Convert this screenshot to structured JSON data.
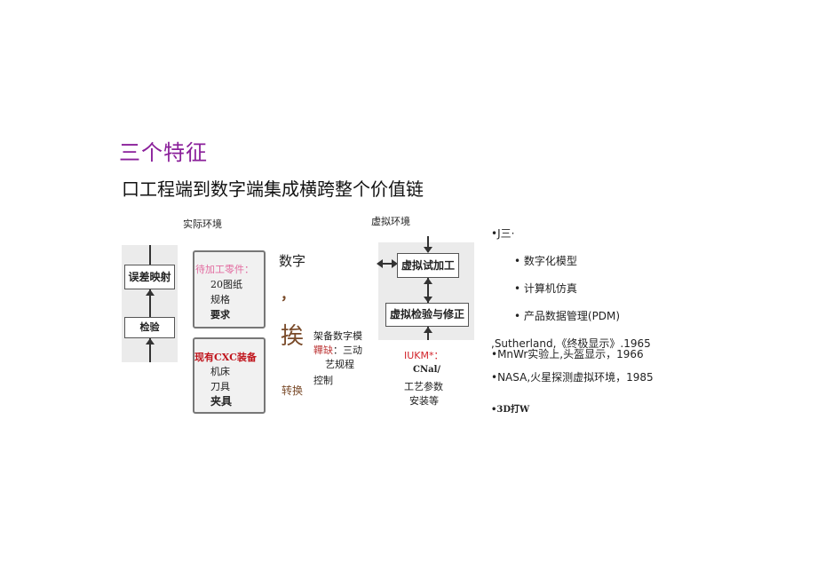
{
  "heading": "三个特征",
  "subtitle": "口工程端到数字端集成横跨整个价值链",
  "left_diagram": {
    "caption": "实际环境",
    "box_top": "误差映射",
    "box_bottom": "检验",
    "card_top": {
      "header": "待加工零件：",
      "lines": [
        "20图纸",
        "规格",
        "要求"
      ]
    },
    "card_bottom": {
      "header": "现有CXC装备",
      "lines": [
        "机床",
        "刀具",
        "夹具"
      ]
    }
  },
  "middle_text": {
    "digital": "数字",
    "comma": "，",
    "swap": "挨",
    "convert": "转换",
    "line1": "架备数字模",
    "line2_colored": "鞸缺",
    "line2_rest": "：三动",
    "line3": "艺规程",
    "line4": "控制"
  },
  "right_diagram": {
    "caption": "虚拟环境",
    "box_top": "虚拟试加工",
    "box_bottom": "虚拟检验与修正",
    "label_red": "IUKM*：",
    "label_2": "CNal/",
    "label_3": "工艺参数",
    "label_4": "安装等"
  },
  "bullets": {
    "title": "•J三·",
    "sub": [
      "• 数字化模型",
      "• 计算机仿真",
      "• 产品数据管理(PDM)"
    ],
    "history": [
      ",Sutherland,《终极显示》.1965",
      "•MnWr实验上,头盔显示，1966",
      "•NASA,火星探测虚拟环境，1985",
      "•3D打W"
    ]
  }
}
